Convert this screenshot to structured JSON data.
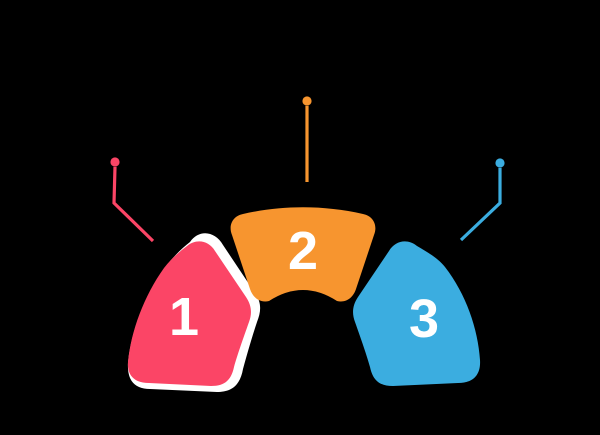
{
  "diagram": {
    "type": "arc-steps-infographic",
    "background_color": "#000000",
    "number_text_color": "#ffffff",
    "highlight_color": "#ffffff",
    "segments": [
      {
        "number": "1",
        "color": "#FB4566",
        "highlighted": true
      },
      {
        "number": "2",
        "color": "#F7952F",
        "highlighted": false
      },
      {
        "number": "3",
        "color": "#3BADE0",
        "highlighted": false
      }
    ],
    "connectors": [
      {
        "for_segment": "1",
        "color": "#FB4566"
      },
      {
        "for_segment": "2",
        "color": "#F7952F"
      },
      {
        "for_segment": "3",
        "color": "#3BADE0"
      }
    ]
  }
}
